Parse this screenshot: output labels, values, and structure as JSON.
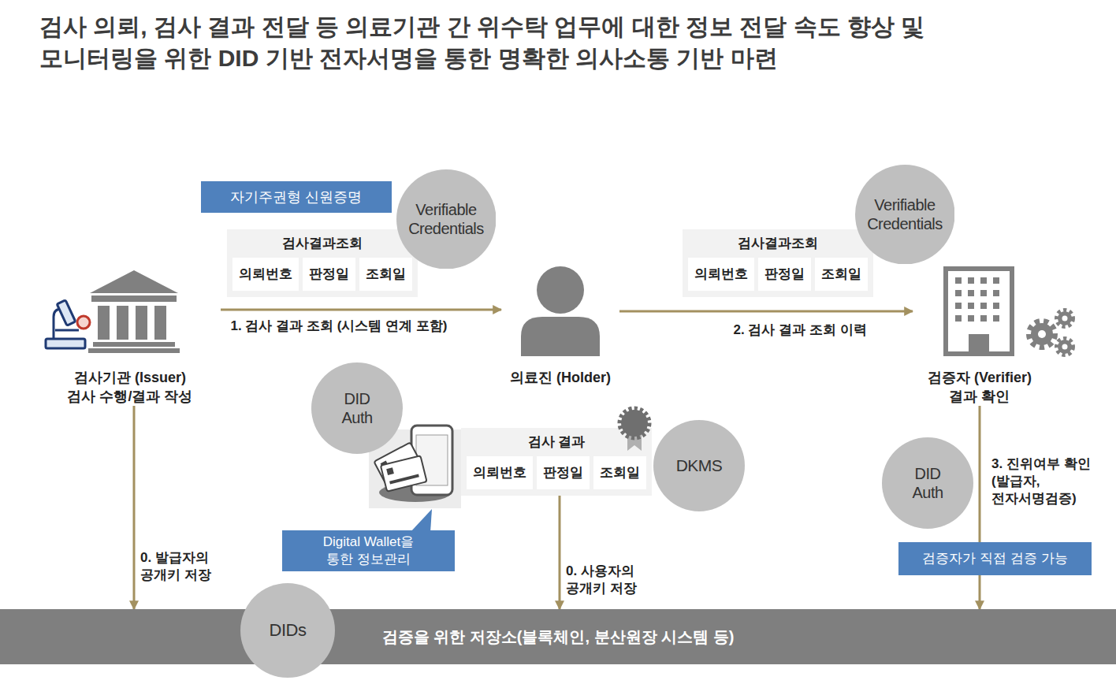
{
  "diagram": {
    "title": "검사 의뢰, 검사 결과 전달 등 의료기관 간 위수탁 업무에 대한 정보 전달 속도 향상 및 모니터링을 위한 DID 기반 전자서명을 통한 명확한 의사소통 기반 마련",
    "nodes": [
      {
        "text": [
          "자기주권형 신원증명"
        ]
      },
      {
        "text": [
          "Verifiable Credentials"
        ]
      },
      {
        "text": [
          "검사결과조회"
        ]
      },
      {
        "text": [
          "의뢰번호"
        ],
        "in": 2
      },
      {
        "text": [
          "판정일"
        ],
        "in": 2
      },
      {
        "text": [
          "조회일"
        ],
        "in": 2
      },
      {
        "text": [
          "검사기관 (Issuer)",
          "검사 수행/결과 작성"
        ]
      },
      {
        "text": [
          "의료진 (Holder)"
        ]
      },
      {
        "text": [
          "검사결과조회"
        ]
      },
      {
        "text": [
          "의뢰번호"
        ],
        "in": 8
      },
      {
        "text": [
          "판정일"
        ],
        "in": 8
      },
      {
        "text": [
          "조회일"
        ],
        "in": 8
      },
      {
        "text": [
          "Verifiable Credentials"
        ]
      },
      {
        "text": [
          "검증자 (Verifier)",
          "결과 확인"
        ]
      },
      {
        "text": [
          "DID Auth"
        ]
      },
      {
        "text": [
          "검사 결과"
        ]
      },
      {
        "text": [
          "의뢰번호"
        ],
        "in": 15
      },
      {
        "text": [
          "판정일"
        ],
        "in": 15
      },
      {
        "text": [
          "조회일"
        ],
        "in": 15
      },
      {
        "text": [
          "DKMS"
        ]
      },
      {
        "text": [
          "Digital Wallet을 통한 정보관리"
        ]
      },
      {
        "text": [
          "DID Auth"
        ]
      },
      {
        "text": [
          "검증자가 직접 검증 가능"
        ]
      },
      {
        "text": [
          "검증을 위한 저장소(블록체인, 분산원장 시스템 등)"
        ]
      },
      {
        "text": [
          "DIDs"
        ]
      }
    ],
    "edges": [
      {
        "from": 6,
        "to": 7,
        "arrow": "to",
        "label": "1. 검사 결과 조회 (시스템 연계 포함)"
      },
      {
        "from": 7,
        "to": 13,
        "arrow": "to",
        "label": "2. 검사 결과 조회 이력"
      },
      {
        "from": 6,
        "to": 23,
        "arrow": "to",
        "label": "0. 발급자의 공개키 저장"
      },
      {
        "from": 15,
        "to": 23,
        "arrow": "to",
        "label": "0. 사용자의 공개키 저장"
      },
      {
        "from": 13,
        "to": 23,
        "arrow": "to",
        "label": "3. 진위여부 확인 (발급자, 전자서명검증)"
      }
    ]
  }
}
